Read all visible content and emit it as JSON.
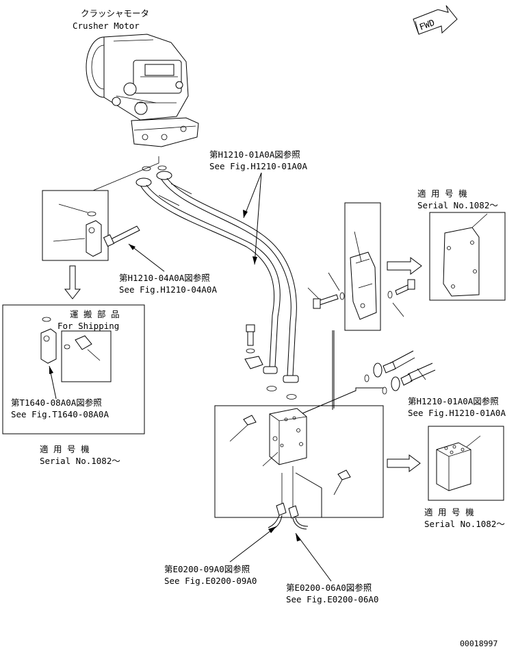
{
  "fwd_badge": "FWD",
  "crusher_motor": {
    "jp": "クラッシャモータ",
    "en": "Crusher Motor"
  },
  "ref_h1210_01a0a_top": {
    "jp": "第H1210-01A0A図参照",
    "en": "See Fig.H1210-01A0A"
  },
  "ref_h1210_04a0a": {
    "jp": "第H1210-04A0A図参照",
    "en": "See Fig.H1210-04A0A"
  },
  "for_shipping": {
    "jp": "運 搬 部 品",
    "en": "For Shipping"
  },
  "ref_t1640_08a0a": {
    "jp": "第T1640-08A0A図参照",
    "en": "See Fig.T1640-08A0A"
  },
  "serial_left": {
    "jp": "適 用 号 機",
    "en": "Serial No.1082～"
  },
  "serial_top_right": {
    "jp": "適 用 号 機",
    "en": "Serial No.1082～"
  },
  "ref_h1210_01a0a_right": {
    "jp": "第H1210-01A0A図参照",
    "en": "See Fig.H1210-01A0A"
  },
  "serial_bottom_right": {
    "jp": "適 用 号 機",
    "en": "Serial No.1082～"
  },
  "ref_e0200_09a0": {
    "jp": "第E0200-09A0図参照",
    "en": "See Fig.E0200-09A0"
  },
  "ref_e0200_06a0": {
    "jp": "第E0200-06A0図参照",
    "en": "See Fig.E0200-06A0"
  },
  "drawing_number": "00018997"
}
